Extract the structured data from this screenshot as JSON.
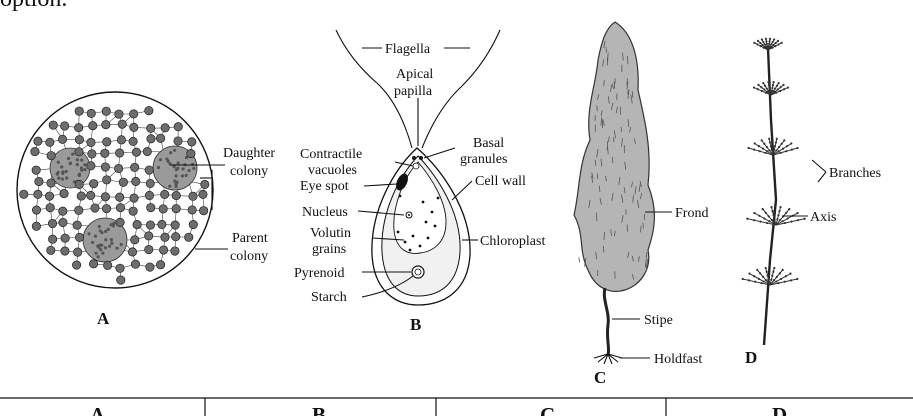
{
  "top_text": "option.",
  "figures": {
    "A": {
      "caption": "A",
      "labels": {
        "daughter": "Daughter colony",
        "daughter_l1": "Daughter",
        "daughter_l2": "colony",
        "parent_l1": "Parent",
        "parent_l2": "colony"
      }
    },
    "B": {
      "caption": "B",
      "labels": {
        "flagella": "Flagella",
        "apical_l1": "Apical",
        "apical_l2": "papilla",
        "contractile_l1": "Contractile",
        "contractile_l2": "vacuoles",
        "basal_l1": "Basal",
        "basal_l2": "granules",
        "eye_spot": "Eye spot",
        "cell_wall": "Cell wall",
        "nucleus": "Nucleus",
        "volutin_l1": "Volutin",
        "volutin_l2": "grains",
        "chloroplast": "Chloroplast",
        "pyrenoid": "Pyrenoid",
        "starch": "Starch"
      }
    },
    "C": {
      "caption": "C",
      "labels": {
        "frond": "Frond",
        "stipe": "Stipe",
        "holdfast": "Holdfast"
      }
    },
    "D": {
      "caption": "D",
      "labels": {
        "branches": "Branches",
        "axis": "Axis"
      }
    }
  },
  "table_headers": [
    "A",
    "B",
    "C",
    "D"
  ]
}
